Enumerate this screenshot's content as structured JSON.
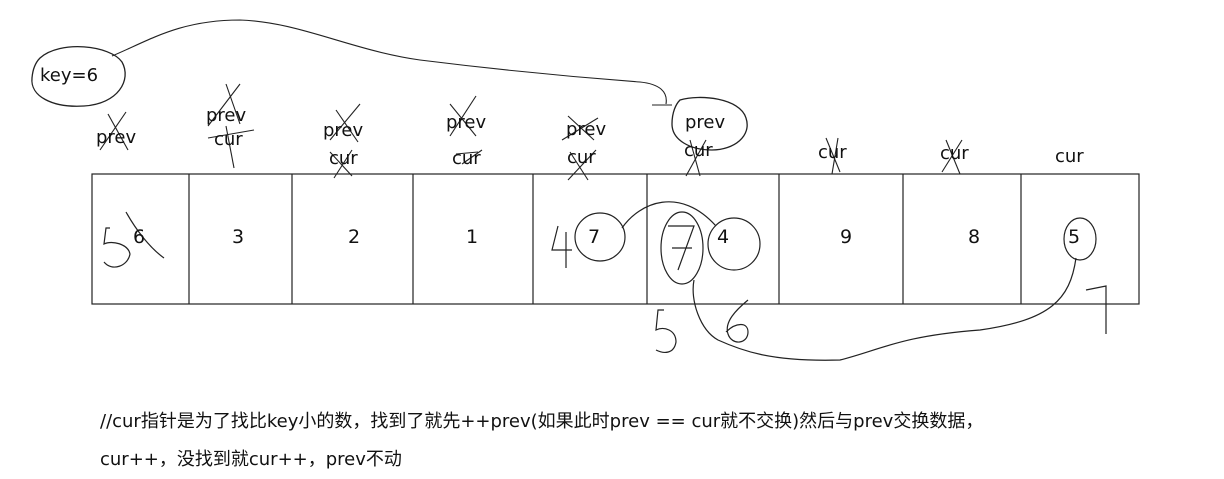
{
  "key_label": "key=6",
  "array": {
    "cells": [
      {
        "value": "6",
        "original": "5"
      },
      {
        "value": "3"
      },
      {
        "value": "2"
      },
      {
        "value": "1"
      },
      {
        "value": "7",
        "original": "4"
      },
      {
        "value": "4",
        "original": "7"
      },
      {
        "value": "9"
      },
      {
        "value": "8"
      },
      {
        "value": "5",
        "original": "7"
      }
    ],
    "extra_below": "5 6"
  },
  "pointers": {
    "prev_label": "prev",
    "cur_label": "cur"
  },
  "notes": {
    "line1": "//cur指针是为了找比key小的数，找到了就先++prev(如果此时prev == cur就不交换)然后与prev交换数据，",
    "line2": "cur++，没找到就cur++，prev不动"
  }
}
